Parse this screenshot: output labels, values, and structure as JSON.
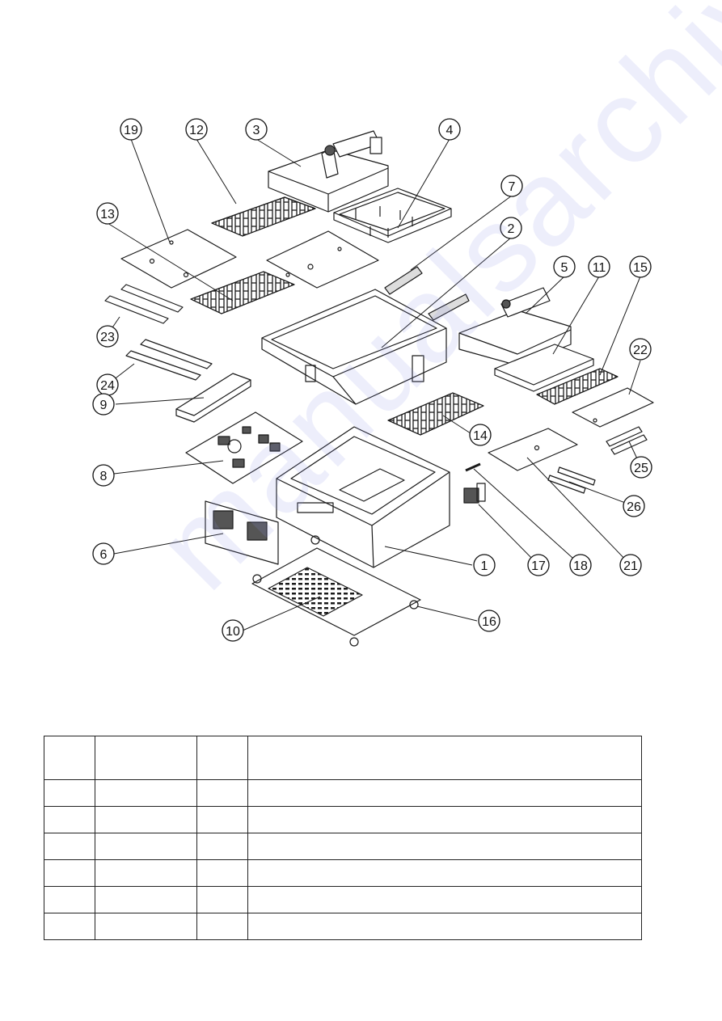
{
  "diagram": {
    "callouts": [
      "19",
      "12",
      "3",
      "4",
      "7",
      "2",
      "13",
      "5",
      "11",
      "15",
      "22",
      "23",
      "24",
      "9",
      "14",
      "8",
      "25",
      "26",
      "6",
      "1",
      "17",
      "18",
      "21",
      "16",
      "10"
    ]
  },
  "watermark": {
    "text": "manualsarchive"
  },
  "table": {
    "rows": [
      [
        "",
        "",
        "",
        ""
      ],
      [
        "",
        "",
        "",
        ""
      ],
      [
        "",
        "",
        "",
        ""
      ],
      [
        "",
        "",
        "",
        ""
      ],
      [
        "",
        "",
        "",
        ""
      ],
      [
        "",
        "",
        "",
        ""
      ],
      [
        "",
        "",
        "",
        ""
      ]
    ]
  },
  "colors": {
    "line": "#1a1a1a",
    "watermark": "#8c96e6"
  }
}
